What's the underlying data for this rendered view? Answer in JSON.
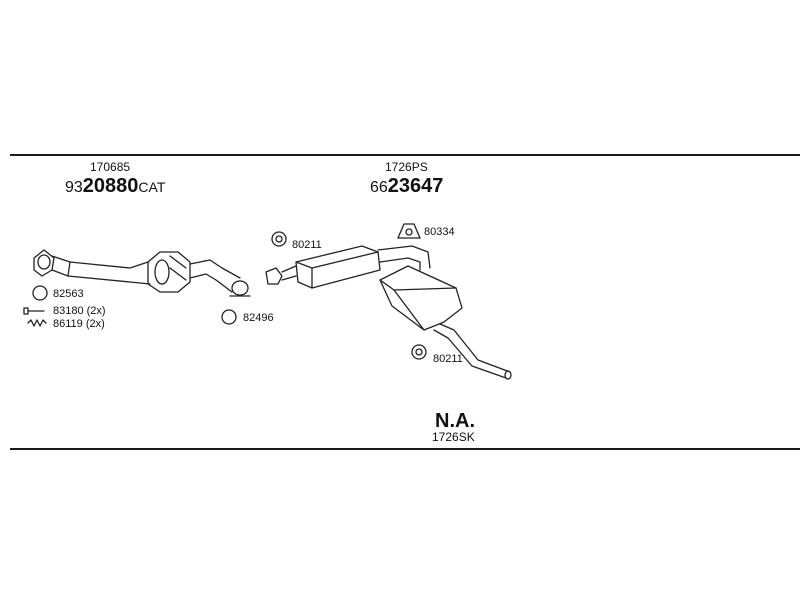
{
  "top_group_left": {
    "code": "170685",
    "ref_prefix": "93",
    "ref_main": "20880",
    "ref_suffix": "CAT"
  },
  "top_group_right": {
    "code": "1726PS",
    "ref_prefix": "66",
    "ref_main": "23647"
  },
  "parts": {
    "p82563": "82563",
    "p83180": "83180 (2x)",
    "p86119": "86119 (2x)",
    "p82496": "82496",
    "p80211_top": "80211",
    "p80334": "80334",
    "p80211_bottom": "80211"
  },
  "bottom": {
    "na": "N.A.",
    "code": "1726SK"
  }
}
